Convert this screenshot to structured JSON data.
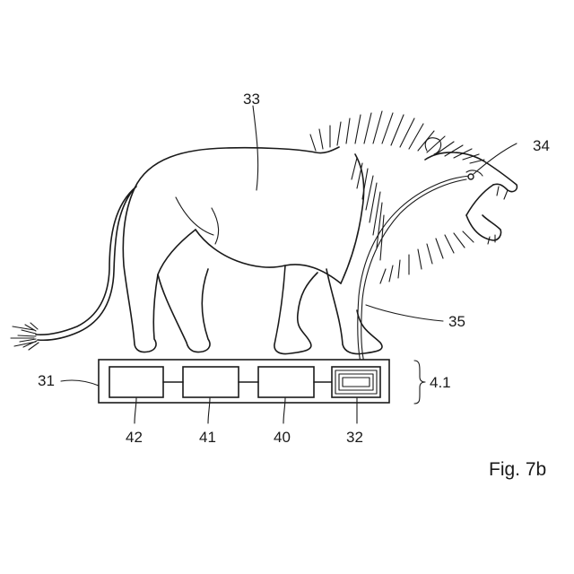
{
  "figure": {
    "caption": "Fig. 7b",
    "labels": {
      "ref_33": "33",
      "ref_34": "34",
      "ref_35": "35",
      "ref_31": "31",
      "ref_41_group": "4.1",
      "ref_42": "42",
      "ref_41": "41",
      "ref_40": "40",
      "ref_32": "32"
    }
  }
}
